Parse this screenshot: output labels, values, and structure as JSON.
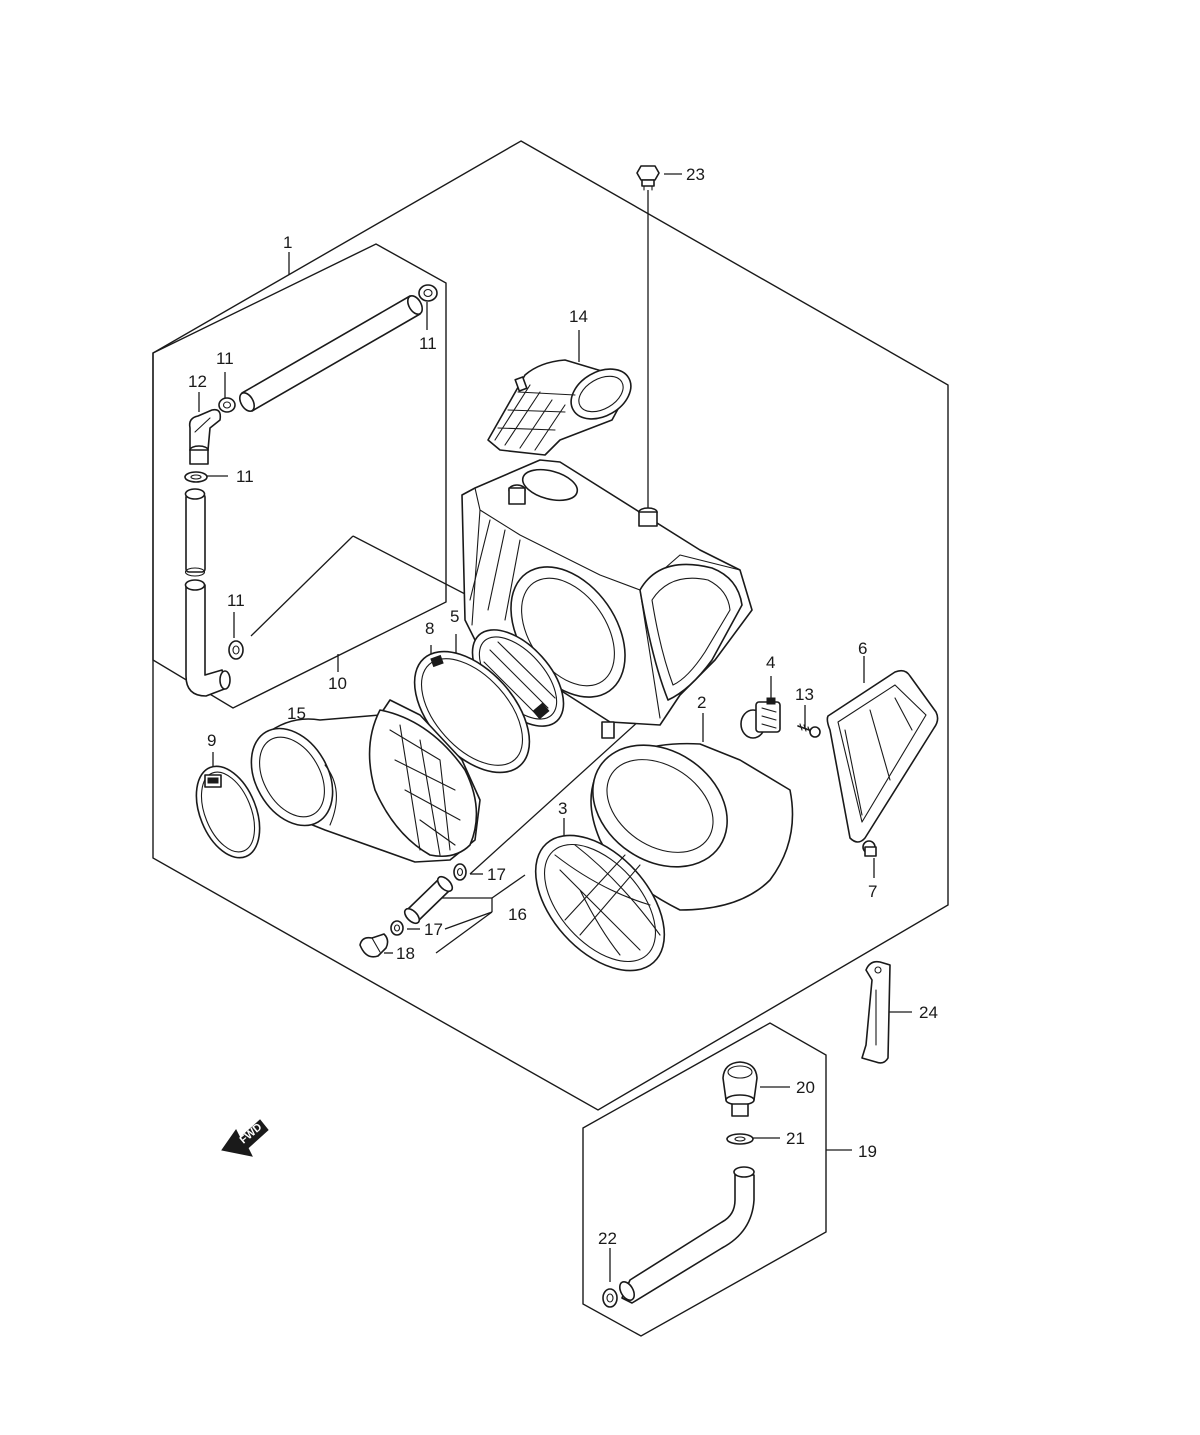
{
  "callouts": {
    "c1": "1",
    "c2": "2",
    "c3": "3",
    "c4": "4",
    "c5": "5",
    "c6": "6",
    "c7": "7",
    "c8": "8",
    "c9": "9",
    "c10": "10",
    "c11a": "11",
    "c11b": "11",
    "c11c": "11",
    "c11d": "11",
    "c12": "12",
    "c13": "13",
    "c14": "14",
    "c15": "15",
    "c16": "16",
    "c17a": "17",
    "c17b": "17",
    "c18": "18",
    "c19": "19",
    "c20": "20",
    "c21": "21",
    "c22": "22",
    "c23": "23",
    "c24": "24"
  },
  "fwd_label": "FWD",
  "colors": {
    "line": "#1a1a1a",
    "background": "#ffffff"
  },
  "icons": {
    "direction_arrow": "fwd-arrow-icon"
  }
}
